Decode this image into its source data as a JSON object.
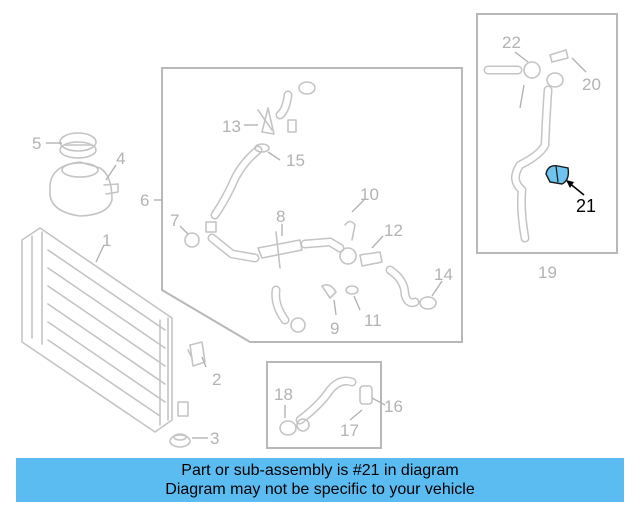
{
  "labels": {
    "p1": "1",
    "p2": "2",
    "p3": "3",
    "p4": "4",
    "p5": "5",
    "p6": "6",
    "p7": "7",
    "p8": "8",
    "p9": "9",
    "p10": "10",
    "p11": "11",
    "p12": "12",
    "p13": "13",
    "p14": "14",
    "p15": "15",
    "p16": "16",
    "p17": "17",
    "p18": "18",
    "p19": "19",
    "p20": "20",
    "p21": "21",
    "p22": "22"
  },
  "highlight": {
    "part": "21",
    "color": "#6ec4ee"
  },
  "banner": {
    "line1": "Part or sub-assembly is #21 in diagram",
    "line2": "Diagram may not be specific to your vehicle",
    "color": "#5bbcf1"
  }
}
